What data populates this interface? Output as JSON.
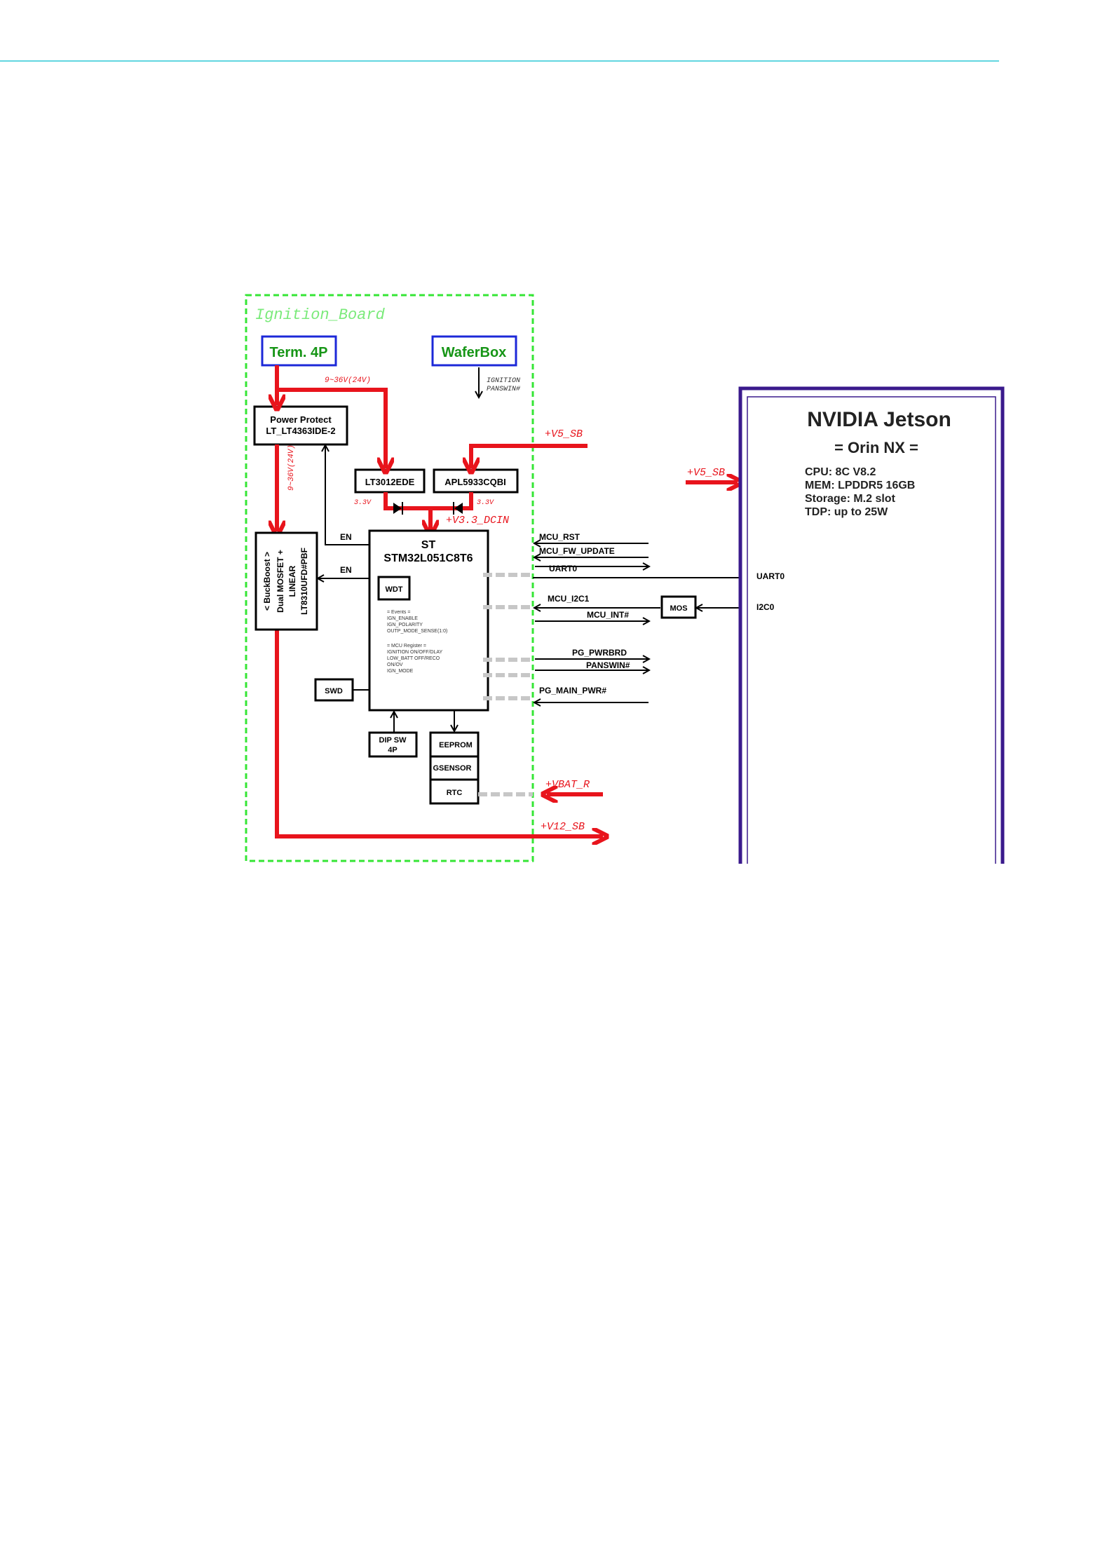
{
  "ignition_board": {
    "title": "Ignition_Board",
    "term4p": "Term. 4P",
    "waferbox": "WaferBox",
    "ignition_note_1": "IGNITION",
    "ignition_note_2": "PANSWIN#",
    "power_protect_1": "Power Protect",
    "power_protect_2": "LT_LT4363IDE-2",
    "voltage_top": "9~36V(24V)",
    "voltage_side": "9~36V(24V)",
    "lt3012": "LT3012EDE",
    "apl": "APL5933CQBI",
    "v33_left": "3.3V",
    "v33_right": "3.3V",
    "v5sb_top": "+V5_SB",
    "v33dcin": "+V3.3_DCIN",
    "en1": "EN",
    "en2": "EN",
    "buckboost_1": "< BuckBoost >",
    "buckboost_2": "Dual MOSFET +",
    "buckboost_3": "LINEAR",
    "buckboost_4": "LT8310UFD#PBF",
    "mcu_1": "ST",
    "mcu_2": "STM32L051C8T6",
    "wdt": "WDT",
    "mcu_notes": [
      "= Events =",
      "IGN_ENABLE",
      "IGN_POLARITY",
      "OUTP_MODE_SENSE(1:0)",
      "",
      "= MCU Register =",
      "IGNITION ON/OFF/DLAY",
      "LOW_BATT OFF/RECO",
      "ON/OV",
      "IGN_MODE"
    ],
    "swd": "SWD",
    "dipsw_1": "DIP SW",
    "dipsw_2": "4P",
    "eeprom": "EEPROM",
    "gsensor": "GSENSOR",
    "rtc": "RTC",
    "vbatr": "+VBAT_R",
    "v12sb": "+V12_SB"
  },
  "signals": {
    "mcu_rst": "MCU_RST",
    "mcu_fw_update": "MCU_FW_UPDATE",
    "uart0": "UART0",
    "mcu_i2c1": "MCU_I2C1",
    "mcu_int": "MCU_INT#",
    "mos": "MOS",
    "pg_pwrbrd": "PG_PWRBRD",
    "panswin": "PANSWIN#",
    "pg_main_pwr": "PG_MAIN_PWR#"
  },
  "jetson": {
    "title": "NVIDIA Jetson",
    "subtitle": "= Orin NX =",
    "cpu": "CPU: 8C V8.2",
    "mem": "MEM: LPDDR5  16GB",
    "storage": "Storage: M.2 slot",
    "tdp": "TDP: up to 25W",
    "v5sb": "+V5_SB",
    "uart0": "UART0",
    "i2c0": "I2C0"
  },
  "colors": {
    "power_red": "#e8141c",
    "board_border_green": "#35e635",
    "connector_blue": "#1c28d8",
    "jetson_purple": "#3a1a8c",
    "header_cyan": "#62d6e0"
  }
}
